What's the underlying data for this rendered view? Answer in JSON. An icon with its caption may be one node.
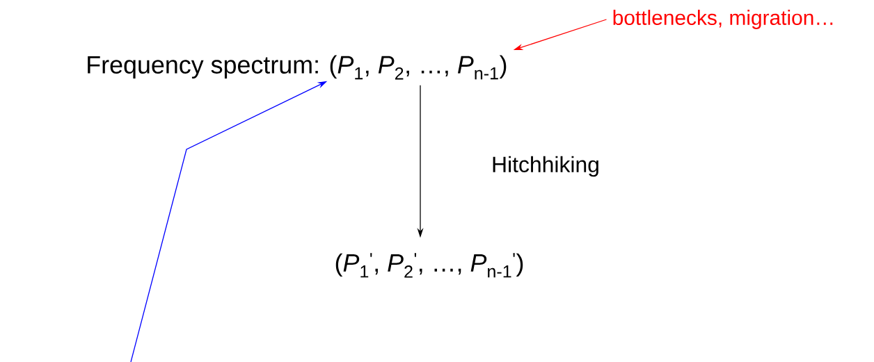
{
  "diagram": {
    "nodes": [
      {
        "text": [
          "(*P*$_{1}$, *P*$_{2}$, …, *P*$_{n-1}$)"
        ],
        "beside": [
          "Frequency spectrum:"
        ]
      },
      {
        "text": [
          "(*P*$_{1}$$^{'}$, *P*$_{2}$$^{'}$, …, *P*$_{n-1}$$^{'}$)"
        ]
      },
      {
        "text": [
          "bottlenecks, migration…"
        ]
      }
    ],
    "edges": [
      {
        "from": 0,
        "to": 1,
        "arrow": "to",
        "label": "Hitchhiking"
      },
      {
        "from": 2,
        "to": 0,
        "arrow": "to",
        "color": "#ff0000"
      },
      {
        "from": null,
        "to": 0,
        "arrow": "to",
        "color": "#0000ff"
      }
    ]
  }
}
